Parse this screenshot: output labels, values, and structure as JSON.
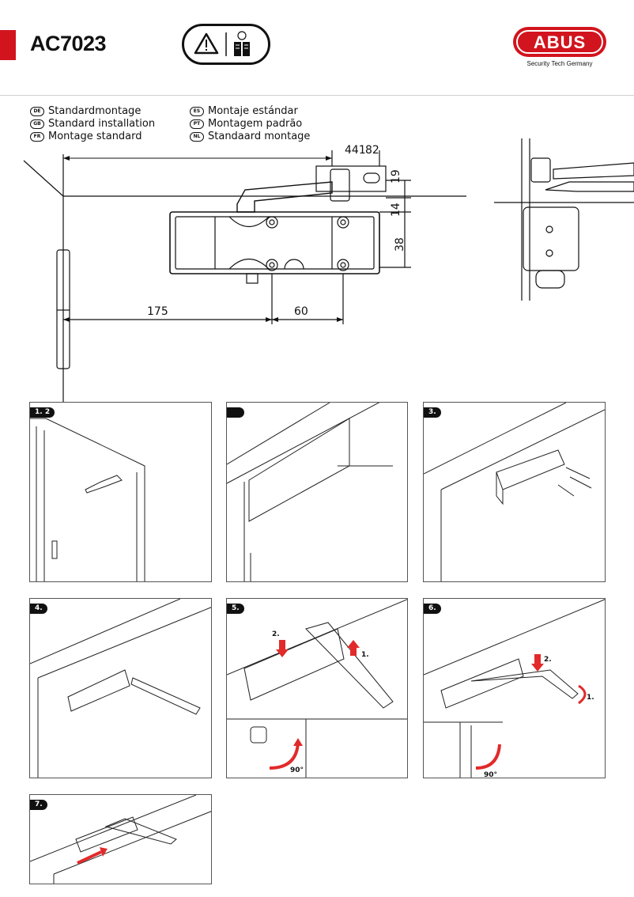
{
  "header": {
    "model": "AC7023",
    "brand": "ABUS",
    "tagline": "Security Tech Germany",
    "brand_color": "#d2141e",
    "icons": [
      "warning-icon",
      "read-manual-icon"
    ]
  },
  "languages": [
    {
      "code": "DE",
      "label": "Standardmontage"
    },
    {
      "code": "GB",
      "label": "Standard installation"
    },
    {
      "code": "FR",
      "label": "Montage standard"
    },
    {
      "code": "ES",
      "label": "Montaje estándar"
    },
    {
      "code": "PT",
      "label": "Montagem padrão"
    },
    {
      "code": "NL",
      "label": "Standaard montage"
    }
  ],
  "dimensions": {
    "top_overall": "441",
    "top_arm": "82",
    "right_19": "19",
    "right_14": "14",
    "right_38": "38",
    "bottom_175": "175",
    "bottom_60": "60"
  },
  "steps": [
    {
      "label": "1. 2"
    },
    {
      "label": ""
    },
    {
      "label": "3."
    },
    {
      "label": "4."
    },
    {
      "label": "5.",
      "callout1": "1.",
      "callout2": "2.",
      "angle": "90°"
    },
    {
      "label": "6.",
      "callout1": "1.",
      "callout2": "2.",
      "angle": "90°"
    },
    {
      "label": "7."
    }
  ]
}
